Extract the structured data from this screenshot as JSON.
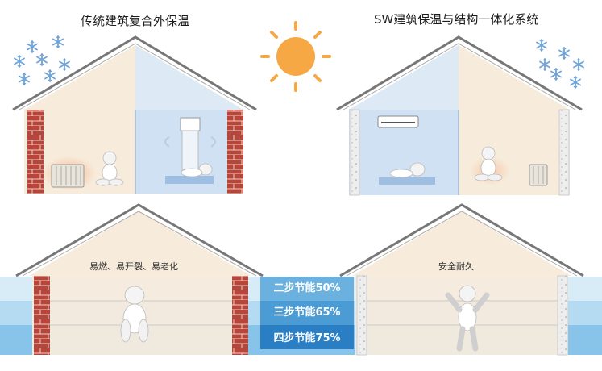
{
  "titles": {
    "left": "传统建筑复合外保温",
    "right": "SW建筑保温与结构一体化系统"
  },
  "captions": {
    "left_house": "易燃、易开裂、易老化",
    "right_house": "安全耐久"
  },
  "energy_saving": [
    {
      "label": "二步节能50%"
    },
    {
      "label": "三步节能65%"
    },
    {
      "label": "四步节能75%"
    }
  ],
  "colors": {
    "warm_room": "#f7ecdc",
    "cold_room": "#cfe1f2",
    "brick": "#b9443a",
    "band_light": "#d8ecf8",
    "band_mid": "#9ccdeb",
    "band_dark": "#3e8fcc",
    "sun": "#f5a844"
  }
}
